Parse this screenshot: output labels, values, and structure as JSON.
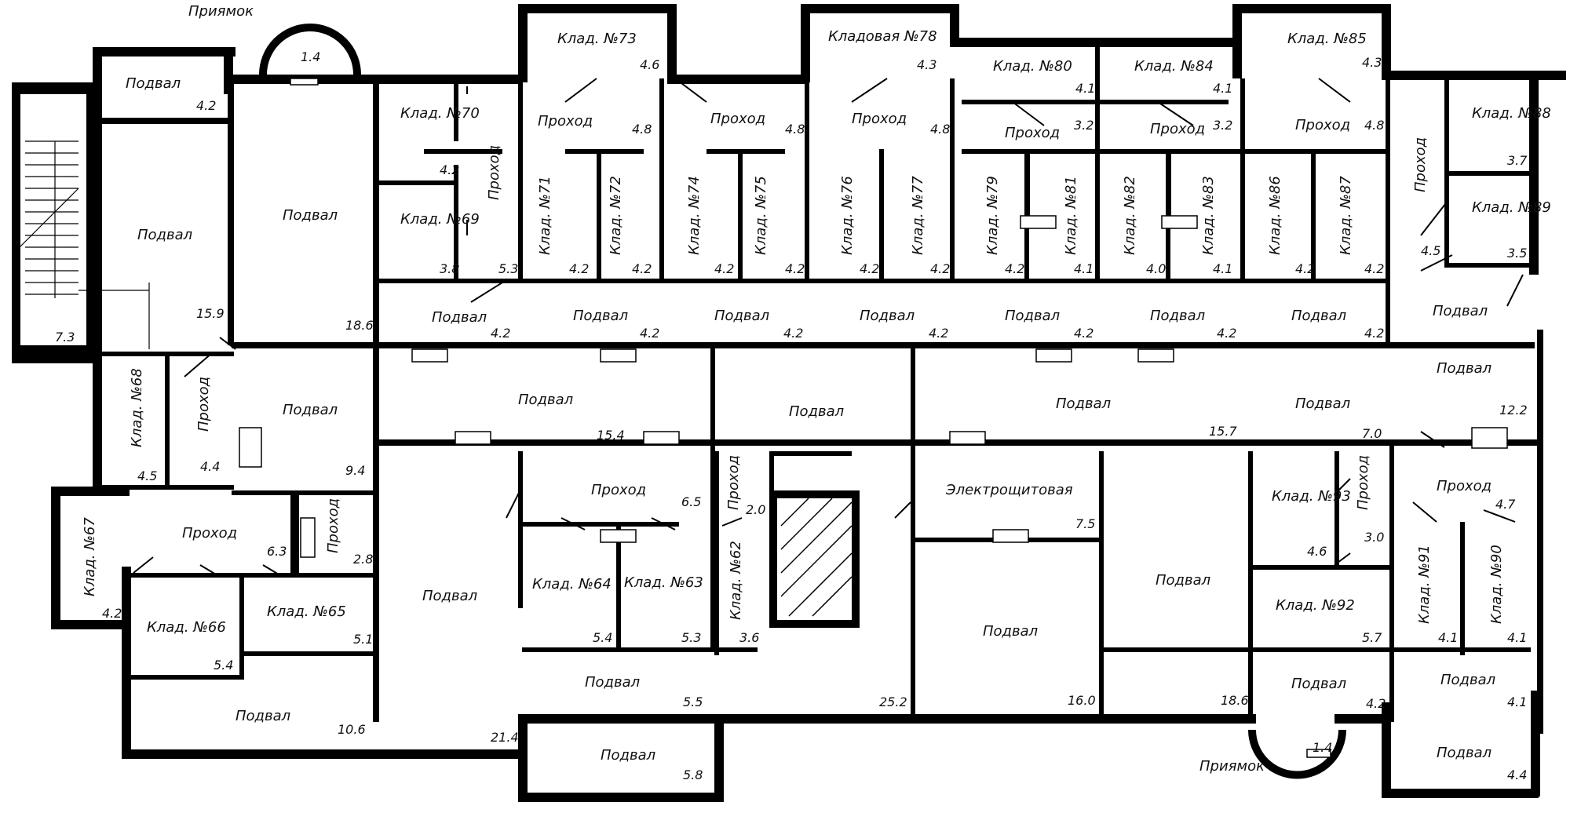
{
  "title": "",
  "rooms": [
    {
      "id": "r1",
      "name": "Подвал",
      "area": "4.2"
    },
    {
      "id": "r2",
      "name": "Подвал",
      "area": ""
    },
    {
      "id": "r3",
      "name": "Подвал",
      "area": "18.6"
    },
    {
      "id": "r4",
      "name": "Клад. №70",
      "area": "4.2"
    },
    {
      "id": "r5",
      "name": "Клад. №69",
      "area": "3.8"
    },
    {
      "id": "r6",
      "name": "Проход",
      "area": "5.3"
    },
    {
      "id": "r7",
      "name": "Клад. №73",
      "area": "4.6"
    },
    {
      "id": "r8",
      "name": "Проход",
      "area": "4.8"
    },
    {
      "id": "r9",
      "name": "Клад. №71",
      "area": "4.2"
    },
    {
      "id": "r10",
      "name": "Клад. №72",
      "area": "4.2"
    },
    {
      "id": "r11",
      "name": "Проход",
      "area": "4.8"
    },
    {
      "id": "r12",
      "name": "Клад. №74",
      "area": "4.2"
    },
    {
      "id": "r13",
      "name": "Клад. №75",
      "area": "4.2"
    },
    {
      "id": "r14",
      "name": "Кладовая №78",
      "area": "4.3"
    },
    {
      "id": "r15",
      "name": "Проход",
      "area": "4.8"
    },
    {
      "id": "r16",
      "name": "Клад. №76",
      "area": "4.2"
    },
    {
      "id": "r17",
      "name": "Клад. №77",
      "area": "4.2"
    },
    {
      "id": "r18",
      "name": "Клад. №80",
      "area": "4.1"
    },
    {
      "id": "r19",
      "name": "Проход",
      "area": "3.2"
    },
    {
      "id": "r20",
      "name": "Клад. №79",
      "area": "4.2"
    },
    {
      "id": "r21",
      "name": "Клад. №81",
      "area": "4.1"
    },
    {
      "id": "r22",
      "name": "Клад. №84",
      "area": "4.1"
    },
    {
      "id": "r23",
      "name": "Проход",
      "area": "3.2"
    },
    {
      "id": "r24",
      "name": "Клад. №82",
      "area": "4.0"
    },
    {
      "id": "r25",
      "name": "Клад. №83",
      "area": "4.1"
    },
    {
      "id": "r26",
      "name": "Клад. №85",
      "area": "4.3"
    },
    {
      "id": "r27",
      "name": "Проход",
      "area": "4.8"
    },
    {
      "id": "r28",
      "name": "Клад. №86",
      "area": "4.2"
    },
    {
      "id": "r29",
      "name": "Клад. №87",
      "area": "4.2"
    },
    {
      "id": "r30",
      "name": "Клад. №88",
      "area": "3.7"
    },
    {
      "id": "r31",
      "name": "Клад. №89",
      "area": "3.5"
    },
    {
      "id": "r32",
      "name": "Проход",
      "area": "4.5"
    },
    {
      "id": "r33",
      "name": "Подвал",
      "area": "15.9"
    },
    {
      "id": "r34",
      "name": "Подвал",
      "area": "4.2"
    },
    {
      "id": "r35",
      "name": "Подвал",
      "area": "4.2"
    },
    {
      "id": "r36",
      "name": "Подвал",
      "area": "4.2"
    },
    {
      "id": "r37",
      "name": "Подвал",
      "area": "4.2"
    },
    {
      "id": "r38",
      "name": "Подвал",
      "area": "4.2"
    },
    {
      "id": "r39",
      "name": "Подвал",
      "area": "4.2"
    },
    {
      "id": "r40",
      "name": "Подвал",
      "area": "4.2"
    },
    {
      "id": "r41",
      "name": "Подвал",
      "area": "12.2"
    },
    {
      "id": "r42",
      "name": "Клад. №68",
      "area": "4.5"
    },
    {
      "id": "r43",
      "name": "Проход",
      "area": "4.4"
    },
    {
      "id": "r44",
      "name": "Подвал",
      "area": "9.4"
    },
    {
      "id": "r45",
      "name": "Подвал",
      "area": "15.4"
    },
    {
      "id": "r46",
      "name": "Подвал",
      "area": ""
    },
    {
      "id": "r47",
      "name": "Подвал",
      "area": "15.7"
    },
    {
      "id": "r48",
      "name": "Подвал",
      "area": "7.0"
    },
    {
      "id": "r49",
      "name": "Клад. №67",
      "area": "4.2"
    },
    {
      "id": "r50",
      "name": "Проход",
      "area": "6.3"
    },
    {
      "id": "r51",
      "name": "Проход",
      "area": "2.8"
    },
    {
      "id": "r52",
      "name": "Клад. №66",
      "area": "5.4"
    },
    {
      "id": "r53",
      "name": "Клад. №65",
      "area": "5.1"
    },
    {
      "id": "r54",
      "name": "Подвал",
      "area": "10.6"
    },
    {
      "id": "r55",
      "name": "Подвал",
      "area": "21.4"
    },
    {
      "id": "r56",
      "name": "Проход",
      "area": "6.5"
    },
    {
      "id": "r57",
      "name": "Проход",
      "area": "2.0"
    },
    {
      "id": "r58",
      "name": "Клад. №64",
      "area": "5.4"
    },
    {
      "id": "r59",
      "name": "Клад. №63",
      "area": "5.3"
    },
    {
      "id": "r60",
      "name": "Клад. №62",
      "area": "3.6"
    },
    {
      "id": "r61",
      "name": "Подвал",
      "area": "5.5"
    },
    {
      "id": "r62",
      "name": "Подвал",
      "area": "5.8"
    },
    {
      "id": "r63",
      "name": "Подвал",
      "area": "25.2"
    },
    {
      "id": "r64",
      "name": "Электрощитовая",
      "area": "7.5"
    },
    {
      "id": "r65",
      "name": "Подвал",
      "area": "16.0"
    },
    {
      "id": "r66",
      "name": "Подвал",
      "area": "18.6"
    },
    {
      "id": "r67",
      "name": "Клад. №93",
      "area": "4.6"
    },
    {
      "id": "r68",
      "name": "Проход",
      "area": "3.0"
    },
    {
      "id": "r69",
      "name": "Клад. №92",
      "area": "5.7"
    },
    {
      "id": "r70",
      "name": "Проход",
      "area": "4.7"
    },
    {
      "id": "r71",
      "name": "Клад. №91",
      "area": "4.1"
    },
    {
      "id": "r72",
      "name": "Клад. №90",
      "area": "4.1"
    },
    {
      "id": "r73",
      "name": "Подвал",
      "area": "4.2"
    },
    {
      "id": "r74",
      "name": "Подвал",
      "area": "4.1"
    },
    {
      "id": "r75",
      "name": "Подвал",
      "area": "4.4"
    }
  ],
  "pits": [
    {
      "id": "p1",
      "name": "Приямок",
      "area": "1.4"
    },
    {
      "id": "p2",
      "name": "Приямок",
      "area": "1.4"
    }
  ],
  "stair": {
    "area": "7.3"
  }
}
